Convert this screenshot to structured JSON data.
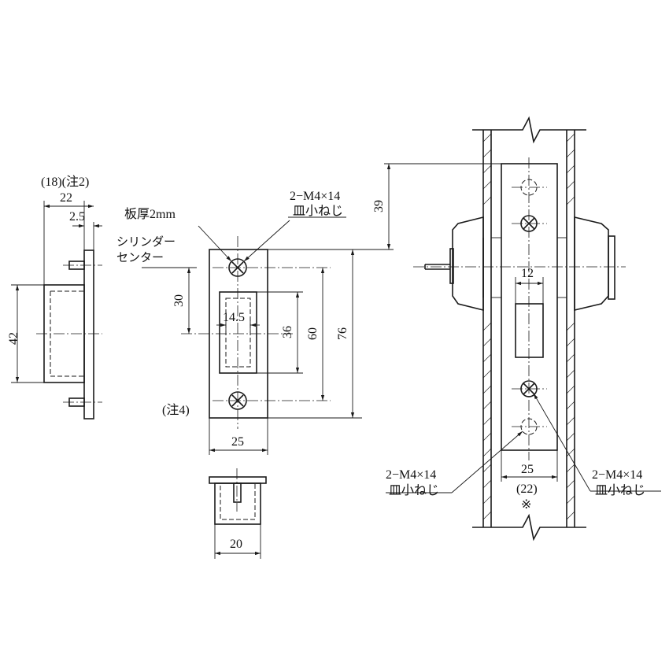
{
  "side_view": {
    "dim_top1": "(18)(注2)",
    "dim_top2": "22",
    "dim_top3": "2.5",
    "dim_height": "42"
  },
  "strike_front": {
    "plate_thickness": "板厚2mm",
    "screw_callout_1": "2−M4×14",
    "screw_callout_2": "皿小ねじ",
    "cylinder_center_1": "シリンダー",
    "cylinder_center_2": "センター",
    "dim_30": "30",
    "dim_14_5": "14.5",
    "dim_36": "36",
    "dim_60": "60",
    "dim_76": "76",
    "note4": "(注4)",
    "dim_width": "25"
  },
  "strike_box": {
    "dim_width": "20"
  },
  "door_view": {
    "dim_39": "39",
    "dim_12": "12",
    "dim_25": "25",
    "dim_22": "(22)",
    "mark": "※",
    "left_screw_1": "2−M4×14",
    "left_screw_2": "皿小ねじ",
    "right_screw_1": "2−M4×14",
    "right_screw_2": "皿小ねじ"
  }
}
